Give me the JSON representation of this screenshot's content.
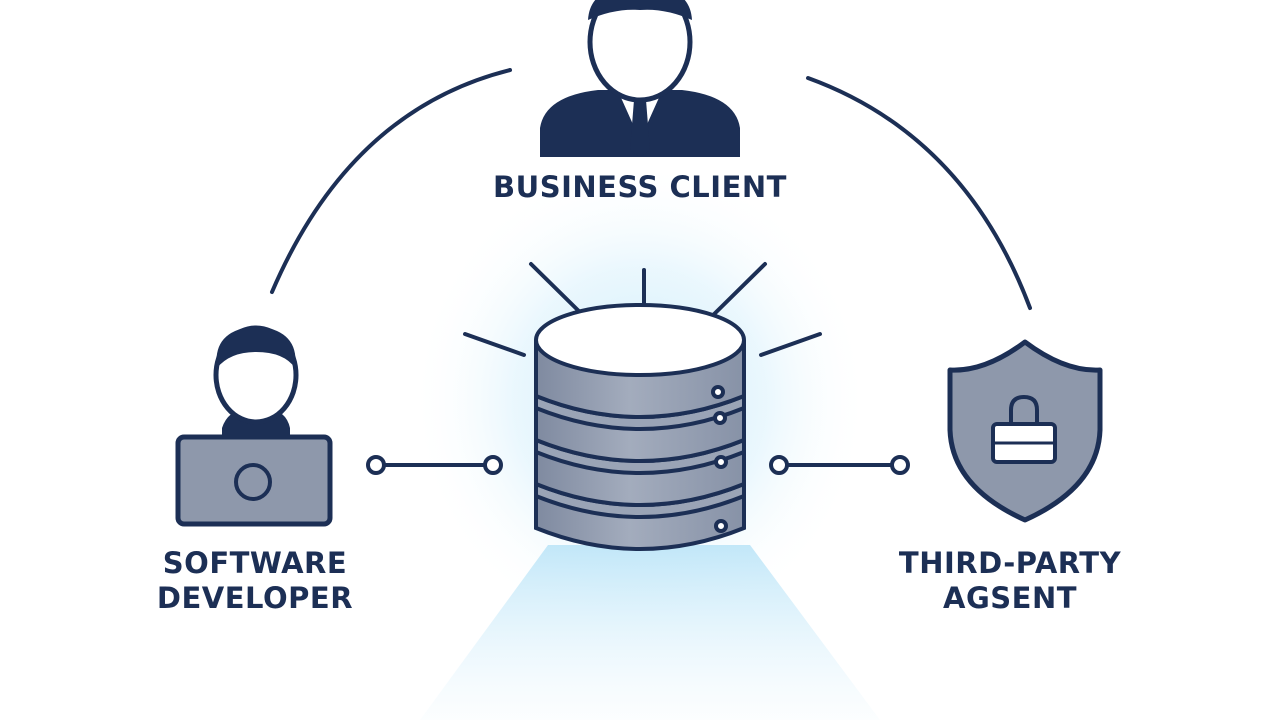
{
  "nodes": {
    "business_client": {
      "label": "BUSINESS CLIENT",
      "icon": "businessman-icon"
    },
    "software_developer": {
      "label_line1": "SOFTWARE",
      "label_line2": "DEVELOPER",
      "icon": "developer-laptop-icon"
    },
    "third_party_agent": {
      "label_line1": "THIRD-PARTY",
      "label_line2": "AGSENT",
      "icon": "shield-lock-icon"
    },
    "database": {
      "icon": "database-server-icon"
    }
  },
  "colors": {
    "navy": "#1c2f55",
    "slate_fill": "#8e98ab",
    "slate_light": "#b8c0ce",
    "glow": "#bfe4f7"
  }
}
